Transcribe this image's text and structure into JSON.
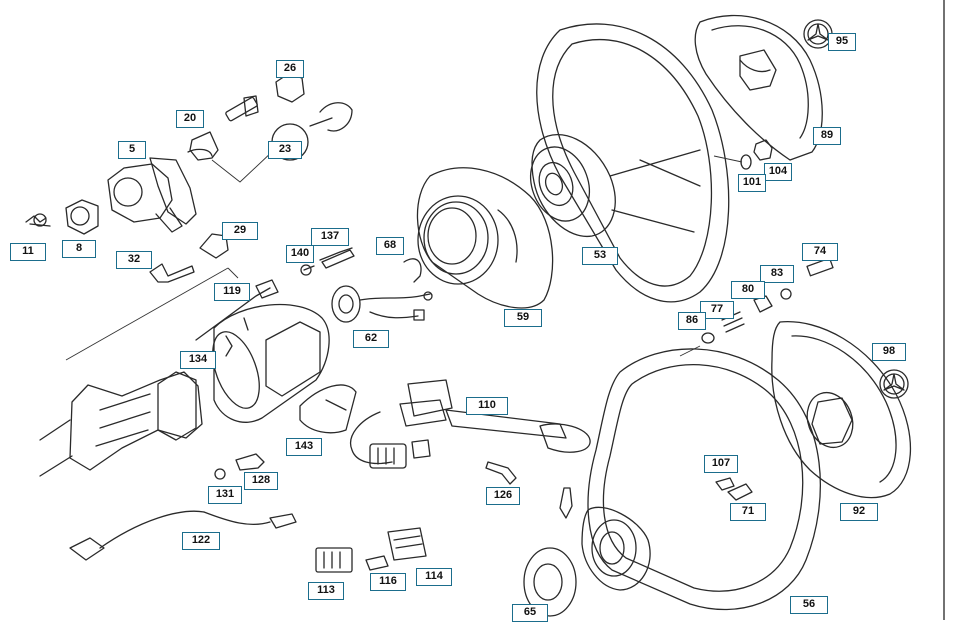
{
  "diagram": {
    "callouts": [
      {
        "id": "c95",
        "label": "95"
      },
      {
        "id": "c26",
        "label": "26"
      },
      {
        "id": "c89",
        "label": "89"
      },
      {
        "id": "c20",
        "label": "20"
      },
      {
        "id": "c5",
        "label": "5"
      },
      {
        "id": "c23",
        "label": "23"
      },
      {
        "id": "c104",
        "label": "104"
      },
      {
        "id": "c101",
        "label": "101"
      },
      {
        "id": "c11",
        "label": "11"
      },
      {
        "id": "c8",
        "label": "8"
      },
      {
        "id": "c29",
        "label": "29"
      },
      {
        "id": "c137",
        "label": "137"
      },
      {
        "id": "c140",
        "label": "140"
      },
      {
        "id": "c68",
        "label": "68"
      },
      {
        "id": "c53",
        "label": "53"
      },
      {
        "id": "c74",
        "label": "74"
      },
      {
        "id": "c32",
        "label": "32"
      },
      {
        "id": "c83",
        "label": "83"
      },
      {
        "id": "c80",
        "label": "80"
      },
      {
        "id": "c119",
        "label": "119"
      },
      {
        "id": "c77",
        "label": "77"
      },
      {
        "id": "c59",
        "label": "59"
      },
      {
        "id": "c86",
        "label": "86"
      },
      {
        "id": "c62",
        "label": "62"
      },
      {
        "id": "c98",
        "label": "98"
      },
      {
        "id": "c134",
        "label": "134"
      },
      {
        "id": "c110",
        "label": "110"
      },
      {
        "id": "c143",
        "label": "143"
      },
      {
        "id": "c107",
        "label": "107"
      },
      {
        "id": "c128",
        "label": "128"
      },
      {
        "id": "c131",
        "label": "131"
      },
      {
        "id": "c126",
        "label": "126"
      },
      {
        "id": "c71",
        "label": "71"
      },
      {
        "id": "c92",
        "label": "92"
      },
      {
        "id": "c122",
        "label": "122"
      },
      {
        "id": "c116",
        "label": "116"
      },
      {
        "id": "c114",
        "label": "114"
      },
      {
        "id": "c113",
        "label": "113"
      },
      {
        "id": "c65",
        "label": "65"
      },
      {
        "id": "c56",
        "label": "56"
      }
    ]
  }
}
